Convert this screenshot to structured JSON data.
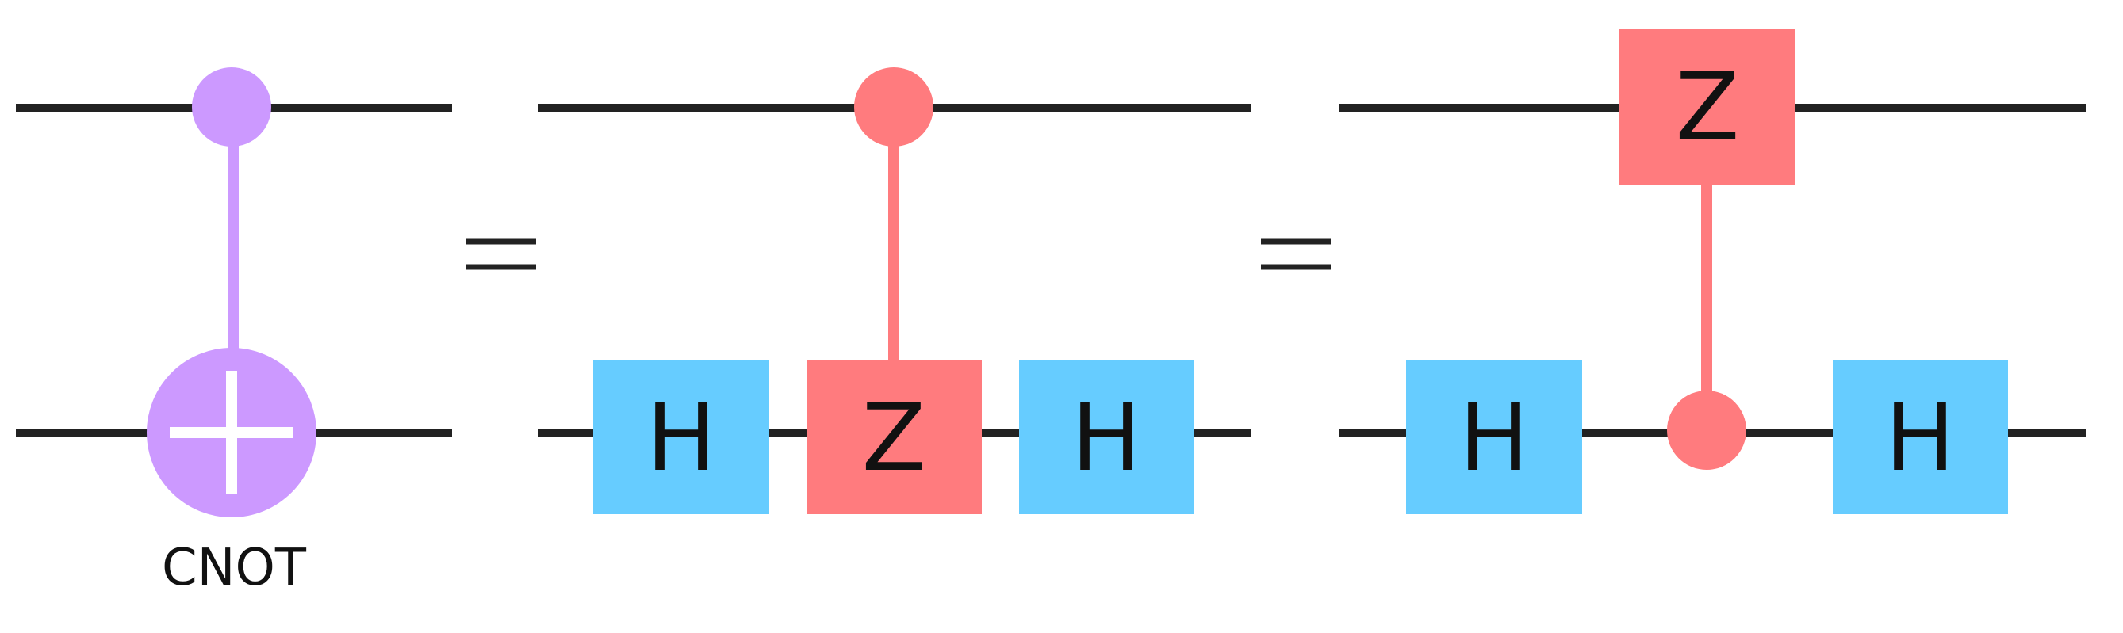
{
  "colors": {
    "wire": "#222222",
    "cnot": "#cc99ff",
    "controlled_z": "#ff7b7e",
    "hadamard": "#66ccff",
    "background": "#ffffff"
  },
  "circuits": [
    {
      "caption": "CNOT",
      "gates": []
    },
    {
      "caption": "",
      "gates": [
        {
          "label": "H",
          "kind": "hadamard"
        },
        {
          "label": "Z",
          "kind": "controlled_z"
        },
        {
          "label": "H",
          "kind": "hadamard"
        }
      ]
    },
    {
      "caption": "",
      "gates": [
        {
          "label": "Z",
          "kind": "controlled_z"
        },
        {
          "label": "H",
          "kind": "hadamard"
        },
        {
          "label": "H",
          "kind": "hadamard"
        }
      ]
    }
  ],
  "equals_symbol": "="
}
